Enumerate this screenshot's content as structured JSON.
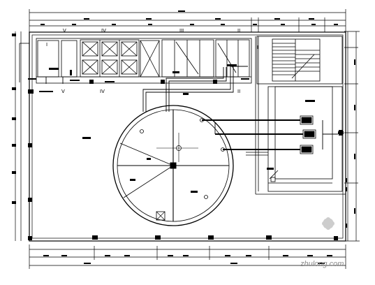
{
  "section_labels": {
    "v_top": "V",
    "iv_top": "IV",
    "iii_top": "III",
    "ii_top": "II",
    "v_bottom": "V",
    "iv_bottom": "IV",
    "ii_bottom": "II",
    "i_left": "I",
    "i_right": "I"
  },
  "watermark": {
    "text": "zhulong.com",
    "color": "#8c8c8c"
  },
  "colors": {
    "line": "#000000",
    "background": "#ffffff"
  }
}
